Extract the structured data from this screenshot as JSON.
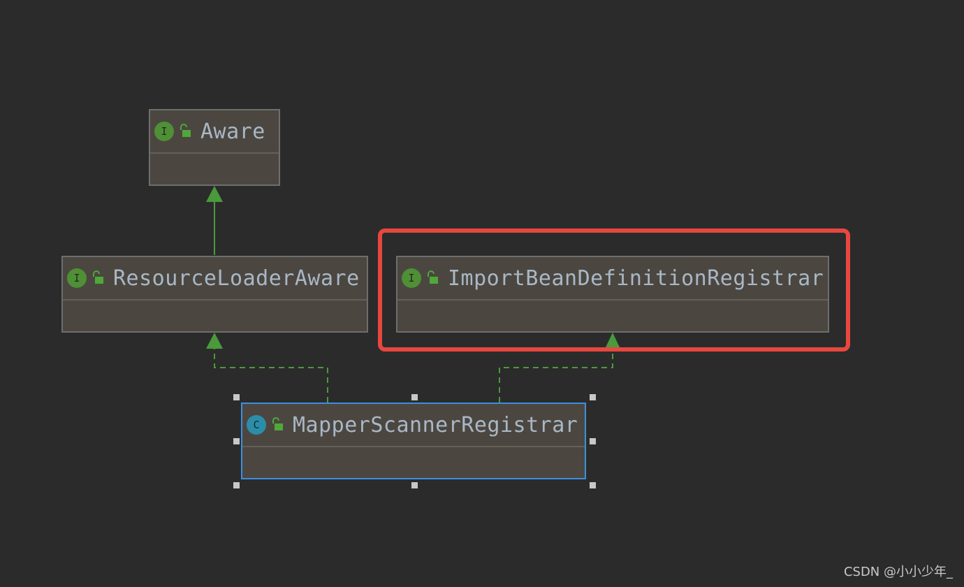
{
  "diagram": {
    "nodes": [
      {
        "id": "aware",
        "name": "Aware",
        "kind_letter": "I",
        "kind": "interface",
        "icon": "unlocked-padlock-icon"
      },
      {
        "id": "resource_loader_aware",
        "name": "ResourceLoaderAware",
        "kind_letter": "I",
        "kind": "interface",
        "icon": "unlocked-padlock-icon"
      },
      {
        "id": "import_bean_definition_registrar",
        "name": "ImportBeanDefinitionRegistrar",
        "kind_letter": "I",
        "kind": "interface",
        "icon": "unlocked-padlock-icon"
      },
      {
        "id": "mapper_scanner_registrar",
        "name": "MapperScannerRegistrar",
        "kind_letter": "C",
        "kind": "class",
        "icon": "unlocked-padlock-icon",
        "selected": true
      }
    ],
    "edges": [
      {
        "from": "resource_loader_aware",
        "to": "aware",
        "type": "extends"
      },
      {
        "from": "mapper_scanner_registrar",
        "to": "resource_loader_aware",
        "type": "implements"
      },
      {
        "from": "mapper_scanner_registrar",
        "to": "import_bean_definition_registrar",
        "type": "implements"
      }
    ],
    "highlighted_node": "import_bean_definition_registrar"
  },
  "colors": {
    "background": "#2b2b2b",
    "node_fill": "#4b4740",
    "node_border": "#6e6e6e",
    "selected_border": "#3d8fe0",
    "interface_badge": "#4f8f36",
    "class_badge": "#2b8ea8",
    "edge": "#4a9a3c",
    "highlight": "#e8473f",
    "text": "#a9b7c6"
  },
  "watermark": "CSDN @小小少年_"
}
